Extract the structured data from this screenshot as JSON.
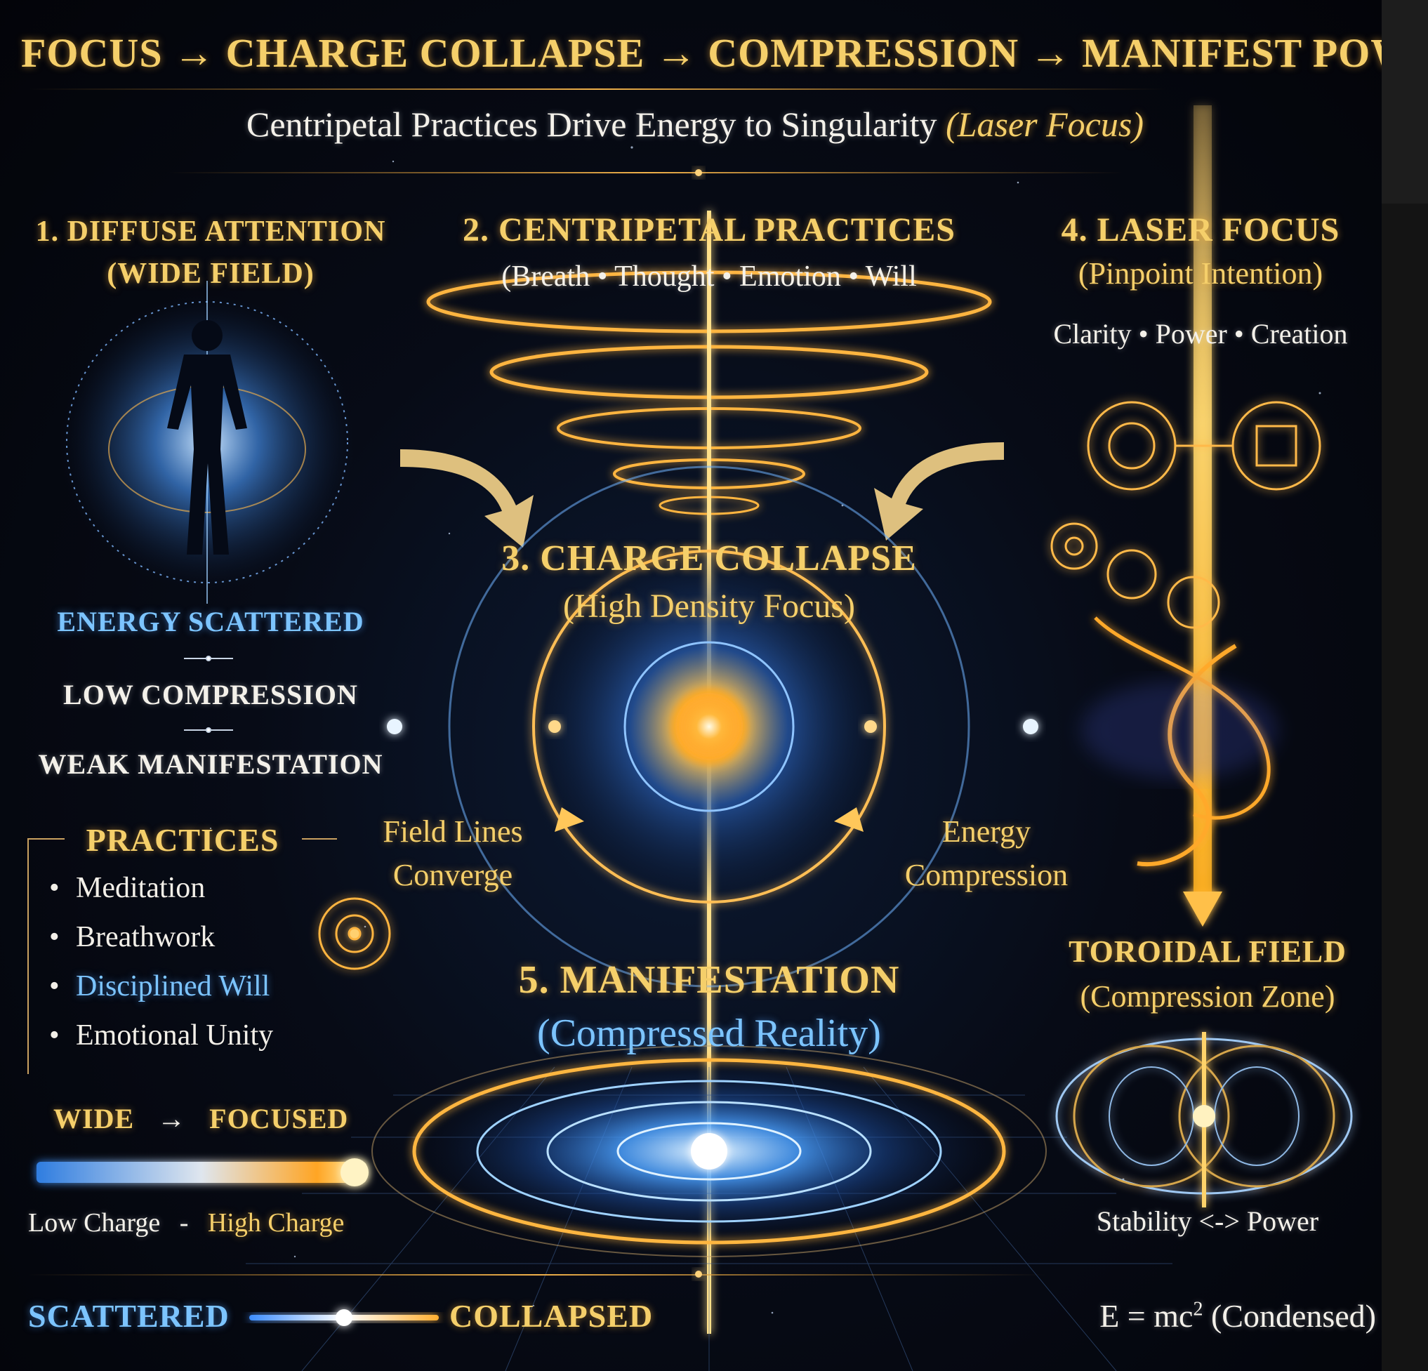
{
  "header": {
    "title": "FOCUS → CHARGE COLLAPSE → COMPRESSION → MANIFEST POWER",
    "subtitle_main": "Centripetal Practices Drive Energy to Singularity",
    "subtitle_accent": "(Laser Focus)"
  },
  "sections": {
    "diffuse": {
      "title": "1. DIFFUSE ATTENTION",
      "subtitle": "(WIDE FIELD)"
    },
    "centripetal": {
      "title": "2. CENTRIPETAL PRACTICES",
      "subtitle": "(Breath • Thought • Emotion • Will"
    },
    "collapse": {
      "title": "3. CHARGE COLLAPSE",
      "subtitle": "(High Density Focus)"
    },
    "laser": {
      "title": "4. LASER FOCUS",
      "subtitle": "(Pinpoint Intention)",
      "tagline": "Clarity • Power • Creation"
    },
    "manifestation": {
      "title": "5. MANIFESTATION",
      "subtitle": "(Compressed Reality)"
    }
  },
  "states": {
    "scattered": "ENERGY SCATTERED",
    "low_compression": "LOW COMPRESSION",
    "weak_manifestation": "WEAK MANIFESTATION"
  },
  "practices": {
    "heading": "PRACTICES",
    "items": [
      "Meditation",
      "Breathwork",
      "Disciplined Will",
      "Emotional Unity"
    ]
  },
  "annotations": {
    "field_lines_1": "Field Lines",
    "field_lines_2": "Converge",
    "energy_1": "Energy",
    "energy_2": "Compression"
  },
  "toroidal": {
    "title": "TOROIDAL FIELD",
    "subtitle": "(Compression Zone)",
    "caption": "Stability <-> Power"
  },
  "gradient_scale": {
    "wide": "WIDE",
    "arrow": "→",
    "focused": "FOCUSED",
    "low": "Low Charge",
    "separator": "-",
    "high": "High Charge"
  },
  "footer": {
    "scattered": "SCATTERED",
    "collapsed": "COLLAPSED",
    "equation": "E = mc",
    "equation_sup": "2",
    "equation_note": "(Condensed)"
  },
  "colors": {
    "gold": "#f5cf6a",
    "blue": "#7cc4ff",
    "white": "#f4f1ea",
    "orange": "#ff9a1f"
  }
}
